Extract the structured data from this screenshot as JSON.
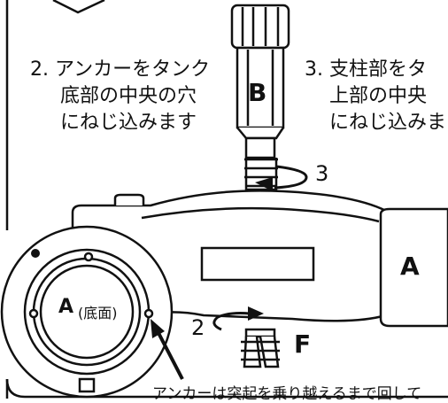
{
  "steps": {
    "step2": {
      "line1": "2. アンカーをタンク",
      "line2": "底部の中央の穴",
      "line3": "にねじ込みます"
    },
    "step3": {
      "line1": "3. 支柱部をタ",
      "line2": "上部の中央",
      "line3": "にねじ込みま"
    }
  },
  "labels": {
    "part_b": "B",
    "part_a": "A",
    "part_f": "F",
    "turn_3": "3",
    "turn_2": "2",
    "inset_a": "A",
    "inset_bottom": "(底面)"
  },
  "caption": "アンカーは突起を乗り越えるまで回して",
  "colors": {
    "line": "#111111",
    "fill_light": "#ffffff",
    "fill_grey": "#f2f2f2"
  }
}
